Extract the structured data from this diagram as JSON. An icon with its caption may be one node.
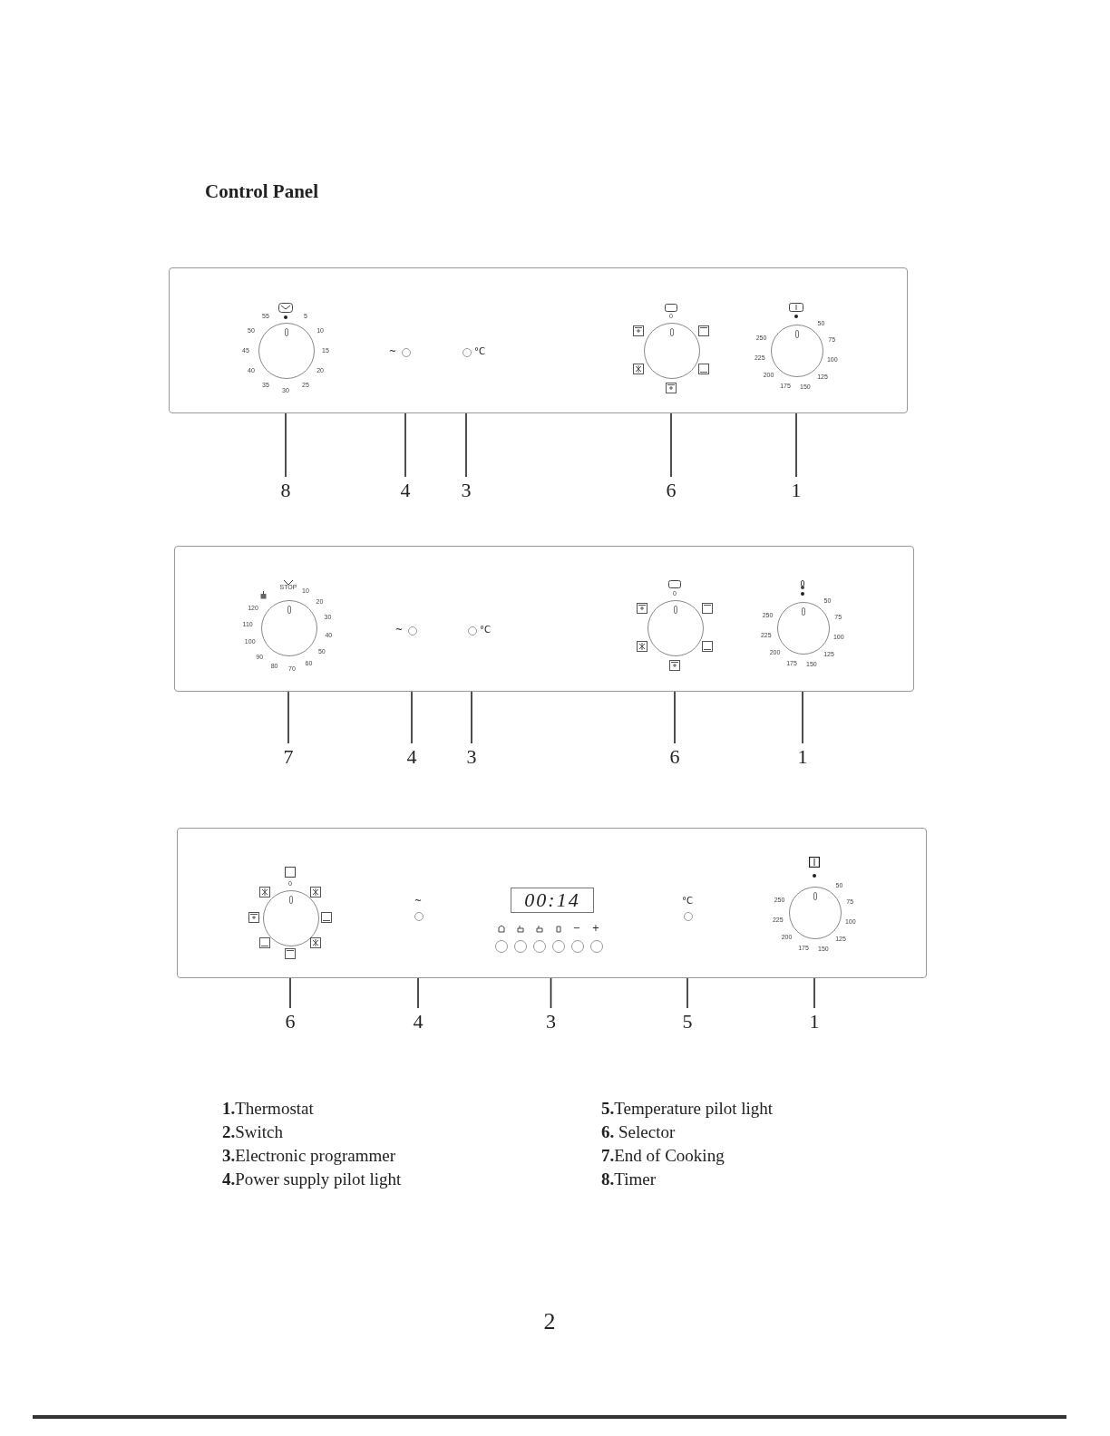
{
  "diagram": {
    "title": "Control Panel",
    "nodes": [
      {
        "text": [],
        "shape": "box"
      },
      {
        "text": [],
        "shape": "circle",
        "in": 0
      },
      {
        "text": [],
        "shape": "circle",
        "in": 0
      },
      {
        "text": [],
        "shape": "circle",
        "in": 0
      },
      {
        "text": [],
        "shape": "circle",
        "in": 0
      },
      {
        "text": [],
        "shape": "circle",
        "in": 0
      },
      {
        "text": [
          "8"
        ]
      },
      {
        "text": [
          "4"
        ]
      },
      {
        "text": [
          "3"
        ]
      },
      {
        "text": [
          "6"
        ]
      },
      {
        "text": [
          "1"
        ]
      },
      {
        "text": [],
        "shape": "box"
      },
      {
        "text": [],
        "shape": "circle",
        "in": 11
      },
      {
        "text": [],
        "shape": "circle",
        "in": 11
      },
      {
        "text": [],
        "shape": "circle",
        "in": 11
      },
      {
        "text": [],
        "shape": "circle",
        "in": 11
      },
      {
        "text": [],
        "shape": "circle",
        "in": 11
      },
      {
        "text": [
          "7"
        ]
      },
      {
        "text": [
          "4"
        ]
      },
      {
        "text": [
          "3"
        ]
      },
      {
        "text": [
          "6"
        ]
      },
      {
        "text": [
          "1"
        ]
      },
      {
        "text": [],
        "shape": "box"
      },
      {
        "text": [],
        "shape": "circle",
        "in": 22
      },
      {
        "text": [],
        "shape": "circle",
        "in": 22
      },
      {
        "text": [
          "00:14"
        ],
        "in": 22
      },
      {
        "text": [],
        "shape": "circle",
        "in": 22
      },
      {
        "text": [],
        "shape": "circle",
        "in": 22
      },
      {
        "text": [
          "6"
        ]
      },
      {
        "text": [
          "4"
        ]
      },
      {
        "text": [
          "3"
        ]
      },
      {
        "text": [
          "5"
        ]
      },
      {
        "text": [
          "1"
        ]
      }
    ],
    "edges": [
      {
        "from": 6,
        "to": 1,
        "arrow": "none"
      },
      {
        "from": 7,
        "to": 2,
        "arrow": "none"
      },
      {
        "from": 8,
        "to": 3,
        "arrow": "none"
      },
      {
        "from": 9,
        "to": 4,
        "arrow": "none"
      },
      {
        "from": 10,
        "to": 5,
        "arrow": "none"
      },
      {
        "from": 17,
        "to": 12,
        "arrow": "none"
      },
      {
        "from": 18,
        "to": 13,
        "arrow": "none"
      },
      {
        "from": 19,
        "to": 14,
        "arrow": "none"
      },
      {
        "from": 20,
        "to": 15,
        "arrow": "none"
      },
      {
        "from": 21,
        "to": 16,
        "arrow": "none"
      },
      {
        "from": 28,
        "to": 23,
        "arrow": "none"
      },
      {
        "from": 29,
        "to": 24,
        "arrow": "none"
      },
      {
        "from": 30,
        "to": 25,
        "arrow": "none"
      },
      {
        "from": 31,
        "to": 26,
        "arrow": "none"
      },
      {
        "from": 32,
        "to": 27,
        "arrow": "none"
      }
    ],
    "labels": [
      "5",
      "10",
      "15",
      "20",
      "25",
      "30",
      "35",
      "40",
      "45",
      "50",
      "55",
      "~",
      "°C",
      "0",
      "50",
      "75",
      "100",
      "125",
      "150",
      "175",
      "200",
      "225",
      "250",
      "STOP",
      "10",
      "20",
      "30",
      "40",
      "50",
      "60",
      "70",
      "80",
      "90",
      "100",
      "110",
      "120",
      "~",
      "°C",
      "0",
      "50",
      "75",
      "100",
      "125",
      "150",
      "175",
      "200",
      "225",
      "250",
      "0",
      "~",
      "−",
      "+",
      "°C",
      "50",
      "75",
      "100",
      "125",
      "150",
      "175",
      "200",
      "225",
      "250",
      "**1.**Thermostat",
      "**2.**Switch",
      "**3.**Electronic programmer",
      "**4.**Power supply pilot light",
      "**5.**Temperature pilot light",
      "**6.** Selector",
      "**7.**End of Cooking",
      "**8.**Timer",
      "2"
    ]
  }
}
